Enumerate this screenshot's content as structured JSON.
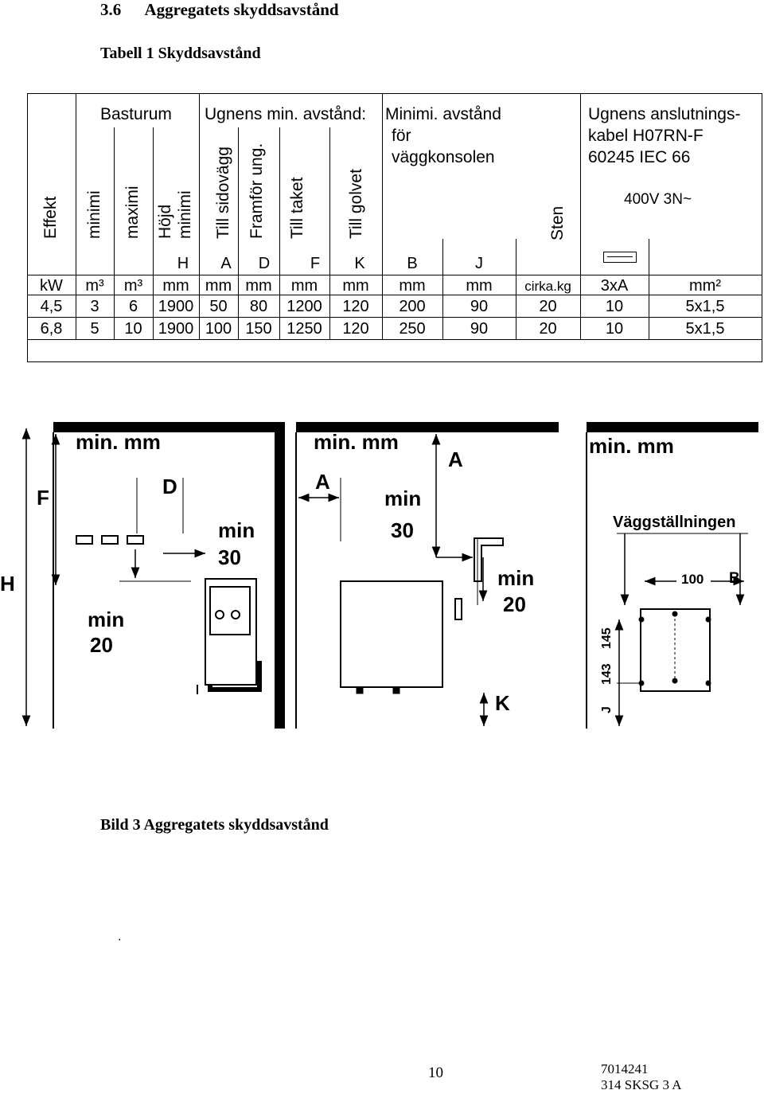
{
  "heading": {
    "number": "3.6",
    "text": "Aggregatets skyddsavstånd"
  },
  "table_caption": "Tabell 1 Skyddsavstånd",
  "table": {
    "group_headers": {
      "basturum": "Basturum",
      "ugnens_min": "Ugnens min. avstånd:",
      "minimi_line1": "Minimi. avstånd",
      "minimi_line2": "för",
      "minimi_line3": "väggkonsolen",
      "cable_line1": "Ugnens anslutnings-",
      "cable_line2": "kabel H07RN-F",
      "cable_line3": "60245 IEC 66",
      "voltage": "400V 3N~"
    },
    "rotated_headers": {
      "effekt": "Effekt",
      "minimi": "minimi",
      "maximi": "maximi",
      "hojd": "Höjd",
      "hojd_minimi": "minimi",
      "sidovagg": "Till sidovägg",
      "framfor": "Framför ung.",
      "taket": "Till taket",
      "golvet": "Till golvet",
      "sten": "Sten"
    },
    "letters": [
      "H",
      "A",
      "D",
      "F",
      "K",
      "B",
      "J"
    ],
    "units": [
      "kW",
      "m³",
      "m³",
      "mm",
      "mm",
      "mm",
      "mm",
      "mm",
      "mm",
      "mm",
      "cirka.kg",
      "3xA",
      "mm²"
    ],
    "rows": [
      [
        "4,5",
        "3",
        "6",
        "1900",
        "50",
        "80",
        "1200",
        "120",
        "200",
        "90",
        "20",
        "10",
        "5x1,5"
      ],
      [
        "6,8",
        "5",
        "10",
        "1900",
        "100",
        "150",
        "1250",
        "120",
        "250",
        "90",
        "20",
        "10",
        "5x1,5"
      ]
    ],
    "fuse_icon": "fuse-icon"
  },
  "figure": {
    "panel1": {
      "title": "min. mm",
      "F": "F",
      "D": "D",
      "min30_a": "min",
      "min30_b": "30",
      "min20_a": "min",
      "min20_b": "20",
      "H": "H"
    },
    "panel2": {
      "title": "min. mm",
      "A_left": "A",
      "A_top": "A",
      "min30_a": "min",
      "min30_b": "30",
      "min20_a": "min",
      "min20_b": "20",
      "K": "K"
    },
    "panel3": {
      "title": "min. mm",
      "wall_label": "Väggställningen",
      "dim100": "100",
      "B": "B",
      "dim145": "145",
      "dim143": "143",
      "J": "J"
    }
  },
  "figure_caption": "Bild 3 Aggregatets skyddsavstånd",
  "dot": ".",
  "footer": {
    "page": "10",
    "code1": "7014241",
    "code2": "314 SKSG 3 A"
  }
}
